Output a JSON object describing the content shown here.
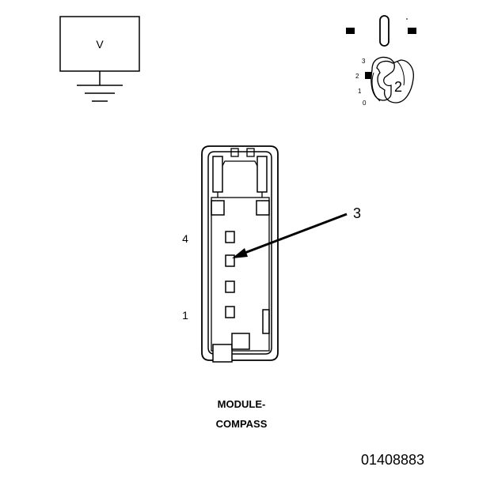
{
  "meter": {
    "symbol": "V"
  },
  "ignition": {
    "positions": [
      "3",
      "2",
      "1",
      "0"
    ],
    "callout": "2"
  },
  "connector": {
    "pin_labels": [
      "4",
      "1"
    ],
    "callout": "3",
    "title_line1": "MODULE-",
    "title_line2": "COMPASS"
  },
  "figure_id": "01408883"
}
